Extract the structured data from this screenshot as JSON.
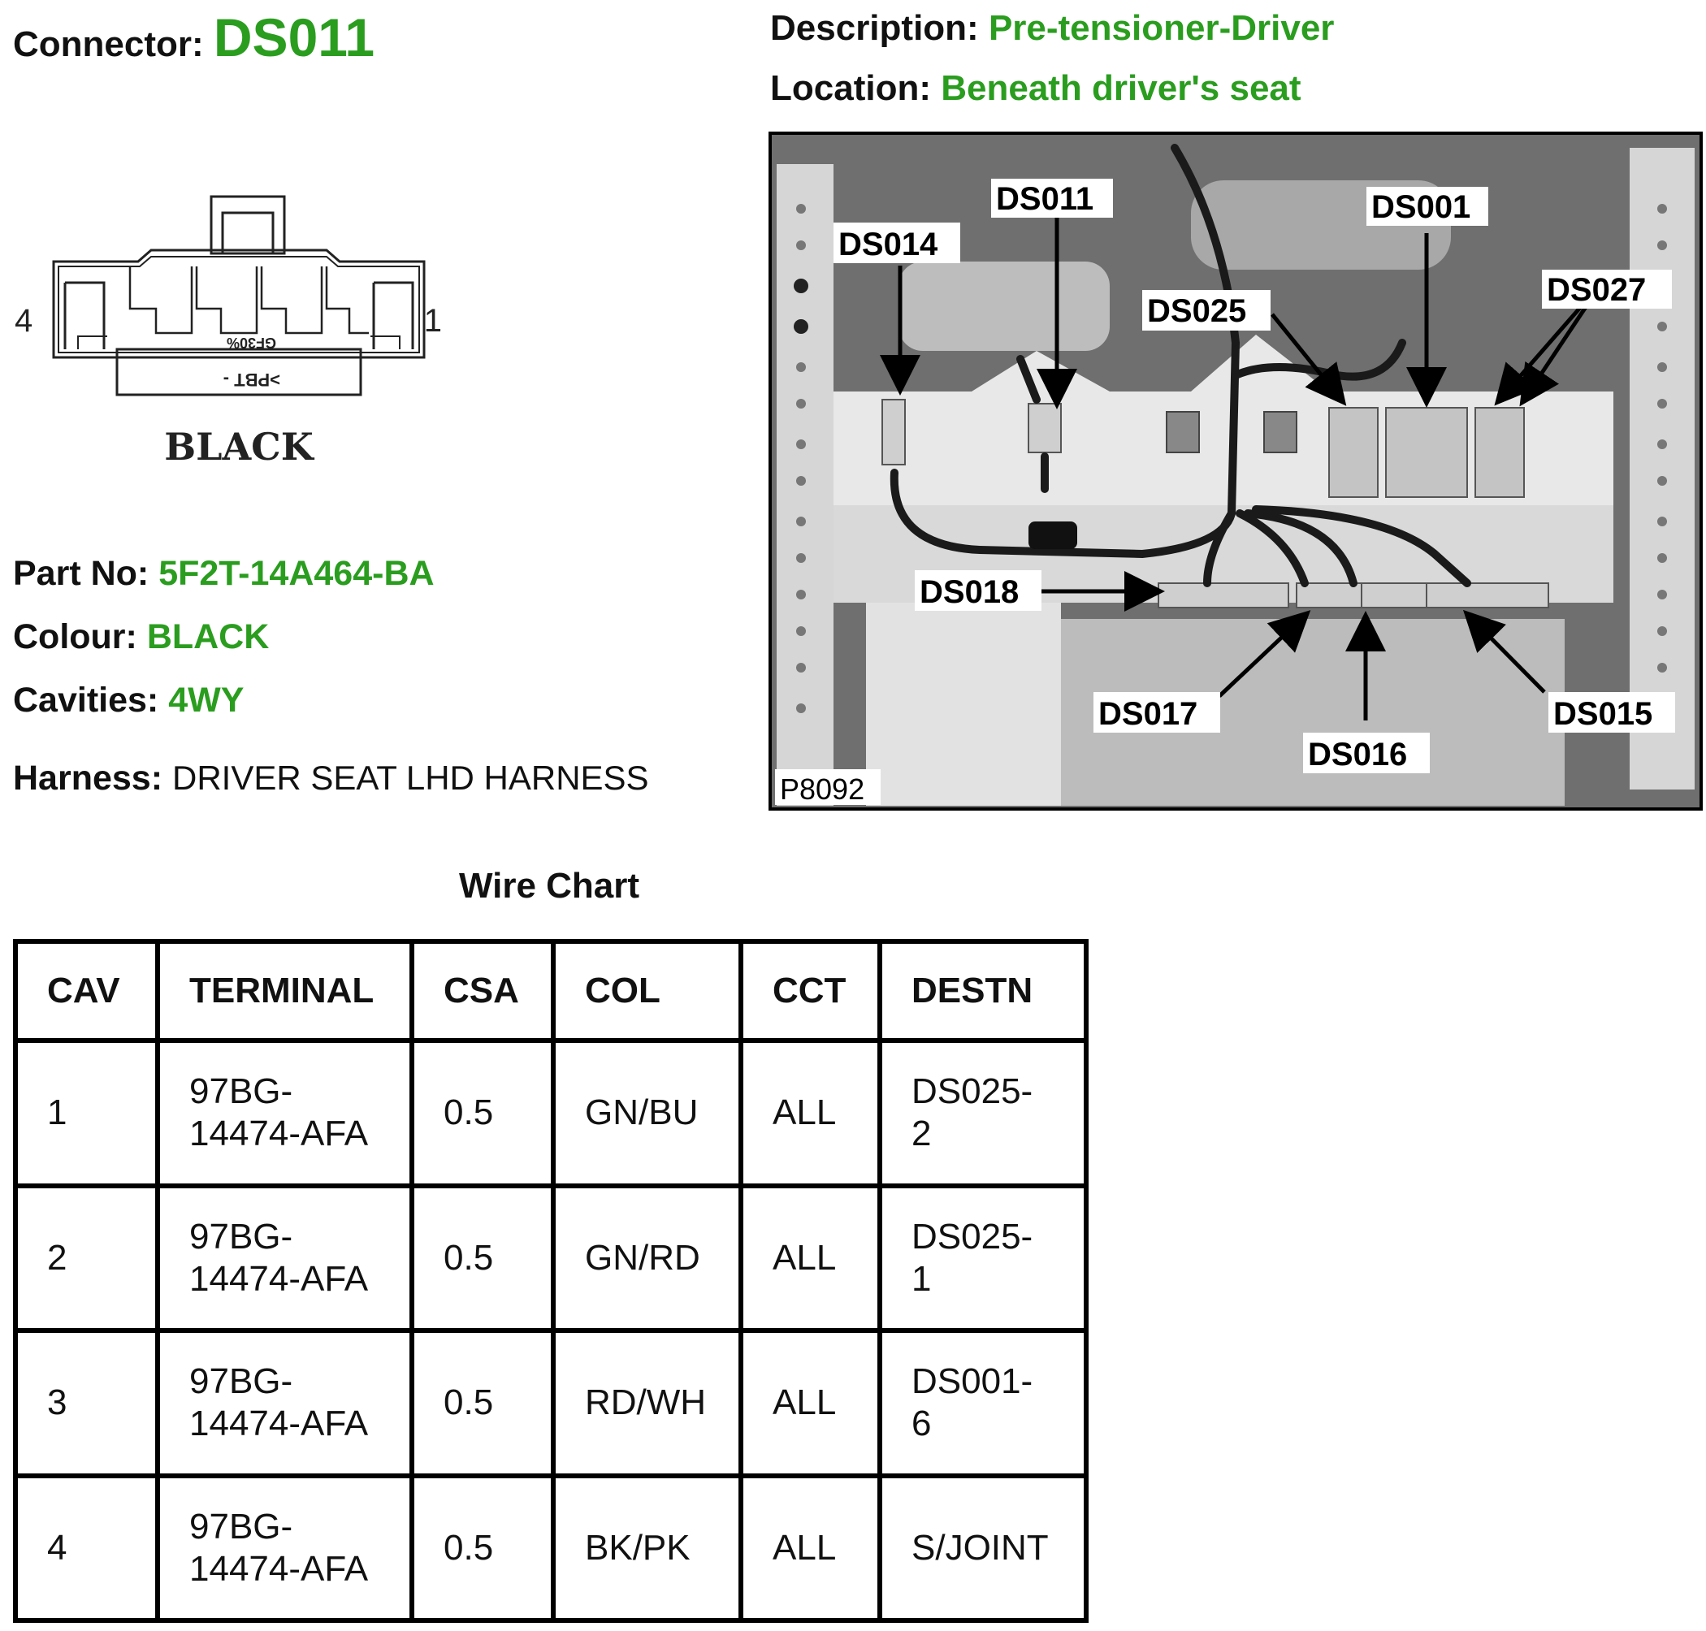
{
  "connector": {
    "label": "Connector:",
    "value": "DS011"
  },
  "description": {
    "label": "Description:",
    "value": "Pre-tensioner-Driver"
  },
  "location": {
    "label": "Location:",
    "value": "Beneath driver's seat"
  },
  "connector_face": {
    "color_text": "BLACK",
    "pin_left": "4",
    "pin_right": "1",
    "molded_text": [
      ">PBT -",
      "GF30%"
    ]
  },
  "photo": {
    "ref": "P8092",
    "callouts": [
      "DS011",
      "DS014",
      "DS001",
      "DS025",
      "DS027",
      "DS018",
      "DS017",
      "DS016",
      "DS015"
    ]
  },
  "part_no": {
    "label": "Part No:",
    "value": "5F2T-14A464-BA"
  },
  "colour": {
    "label": "Colour:",
    "value": "BLACK"
  },
  "cavities": {
    "label": "Cavities:",
    "value": "4WY"
  },
  "harness": {
    "label": "Harness:",
    "value": "DRIVER SEAT LHD HARNESS"
  },
  "wire_chart": {
    "title": "Wire Chart",
    "headers": [
      "CAV",
      "TERMINAL",
      "CSA",
      "COL",
      "CCT",
      "DESTN"
    ],
    "rows": [
      {
        "cav": "1",
        "terminal": [
          "97BG-",
          "14474-AFA"
        ],
        "csa": "0.5",
        "col": "GN/BU",
        "cct": "ALL",
        "destn": [
          "DS025-",
          "2"
        ]
      },
      {
        "cav": "2",
        "terminal": [
          "97BG-",
          "14474-AFA"
        ],
        "csa": "0.5",
        "col": "GN/RD",
        "cct": "ALL",
        "destn": [
          "DS025-",
          "1"
        ]
      },
      {
        "cav": "3",
        "terminal": [
          "97BG-",
          "14474-AFA"
        ],
        "csa": "0.5",
        "col": "RD/WH",
        "cct": "ALL",
        "destn": [
          "DS001-",
          "6"
        ]
      },
      {
        "cav": "4",
        "terminal": [
          "97BG-",
          "14474-AFA"
        ],
        "csa": "0.5",
        "col": "BK/PK",
        "cct": "ALL",
        "destn": [
          "S/JOINT"
        ]
      }
    ]
  }
}
